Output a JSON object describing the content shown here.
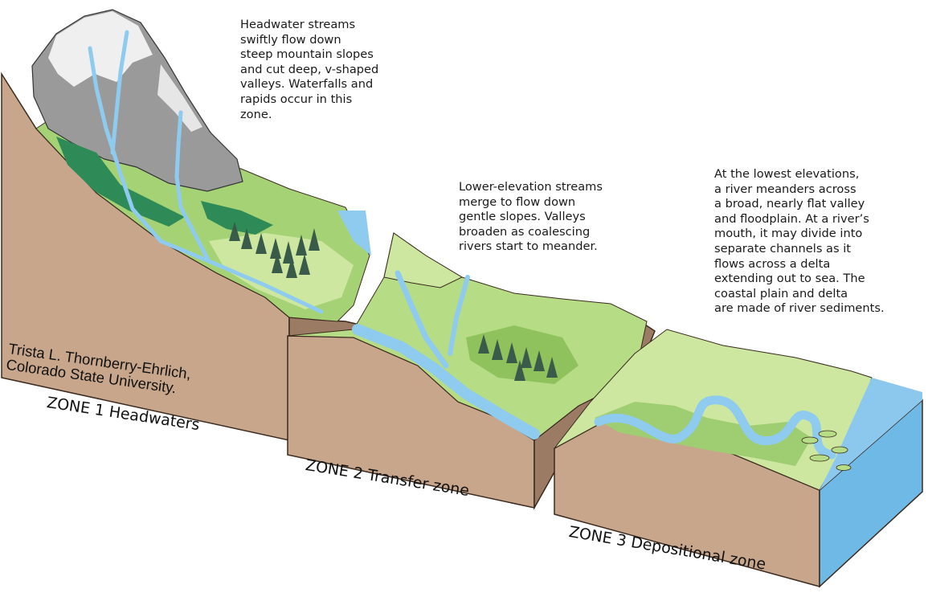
{
  "captions": {
    "headwaters": "Headwater streams\nswiftly flow down\nsteep mountain slopes\nand cut deep, v-shaped\nvalleys. Waterfalls and\nrapids occur in this\nzone.",
    "transfer": "Lower-elevation streams\nmerge to flow down\ngentle slopes. Valleys\nbroaden as coalescing\nrivers start to meander.",
    "depositional": "At the lowest elevations,\na river meanders across\na broad, nearly flat valley\nand floodplain. At a river’s\nmouth, it may divide into\nseparate channels as it\nflows across a delta\nextending out to sea. The\ncoastal plain and delta\nare made of river sediments."
  },
  "zones": {
    "zone1": "ZONE 1 Headwaters",
    "zone2": "ZONE 2 Transfer zone",
    "zone3": "ZONE 3 Depositional zone"
  },
  "credit": "Trista L. Thornberry-Ehrlich,\nColorado State University.",
  "colors": {
    "soil_front": "#c7a58a",
    "soil_side": "#9c7c64",
    "grass_light": "#cfe6a4",
    "grass_mid": "#8fc25d",
    "forest": "#2e8b57",
    "water": "#9ccff0",
    "sea": "#8cc8ee",
    "rock": "#9c9c9c",
    "snow": "#eeeeee"
  }
}
